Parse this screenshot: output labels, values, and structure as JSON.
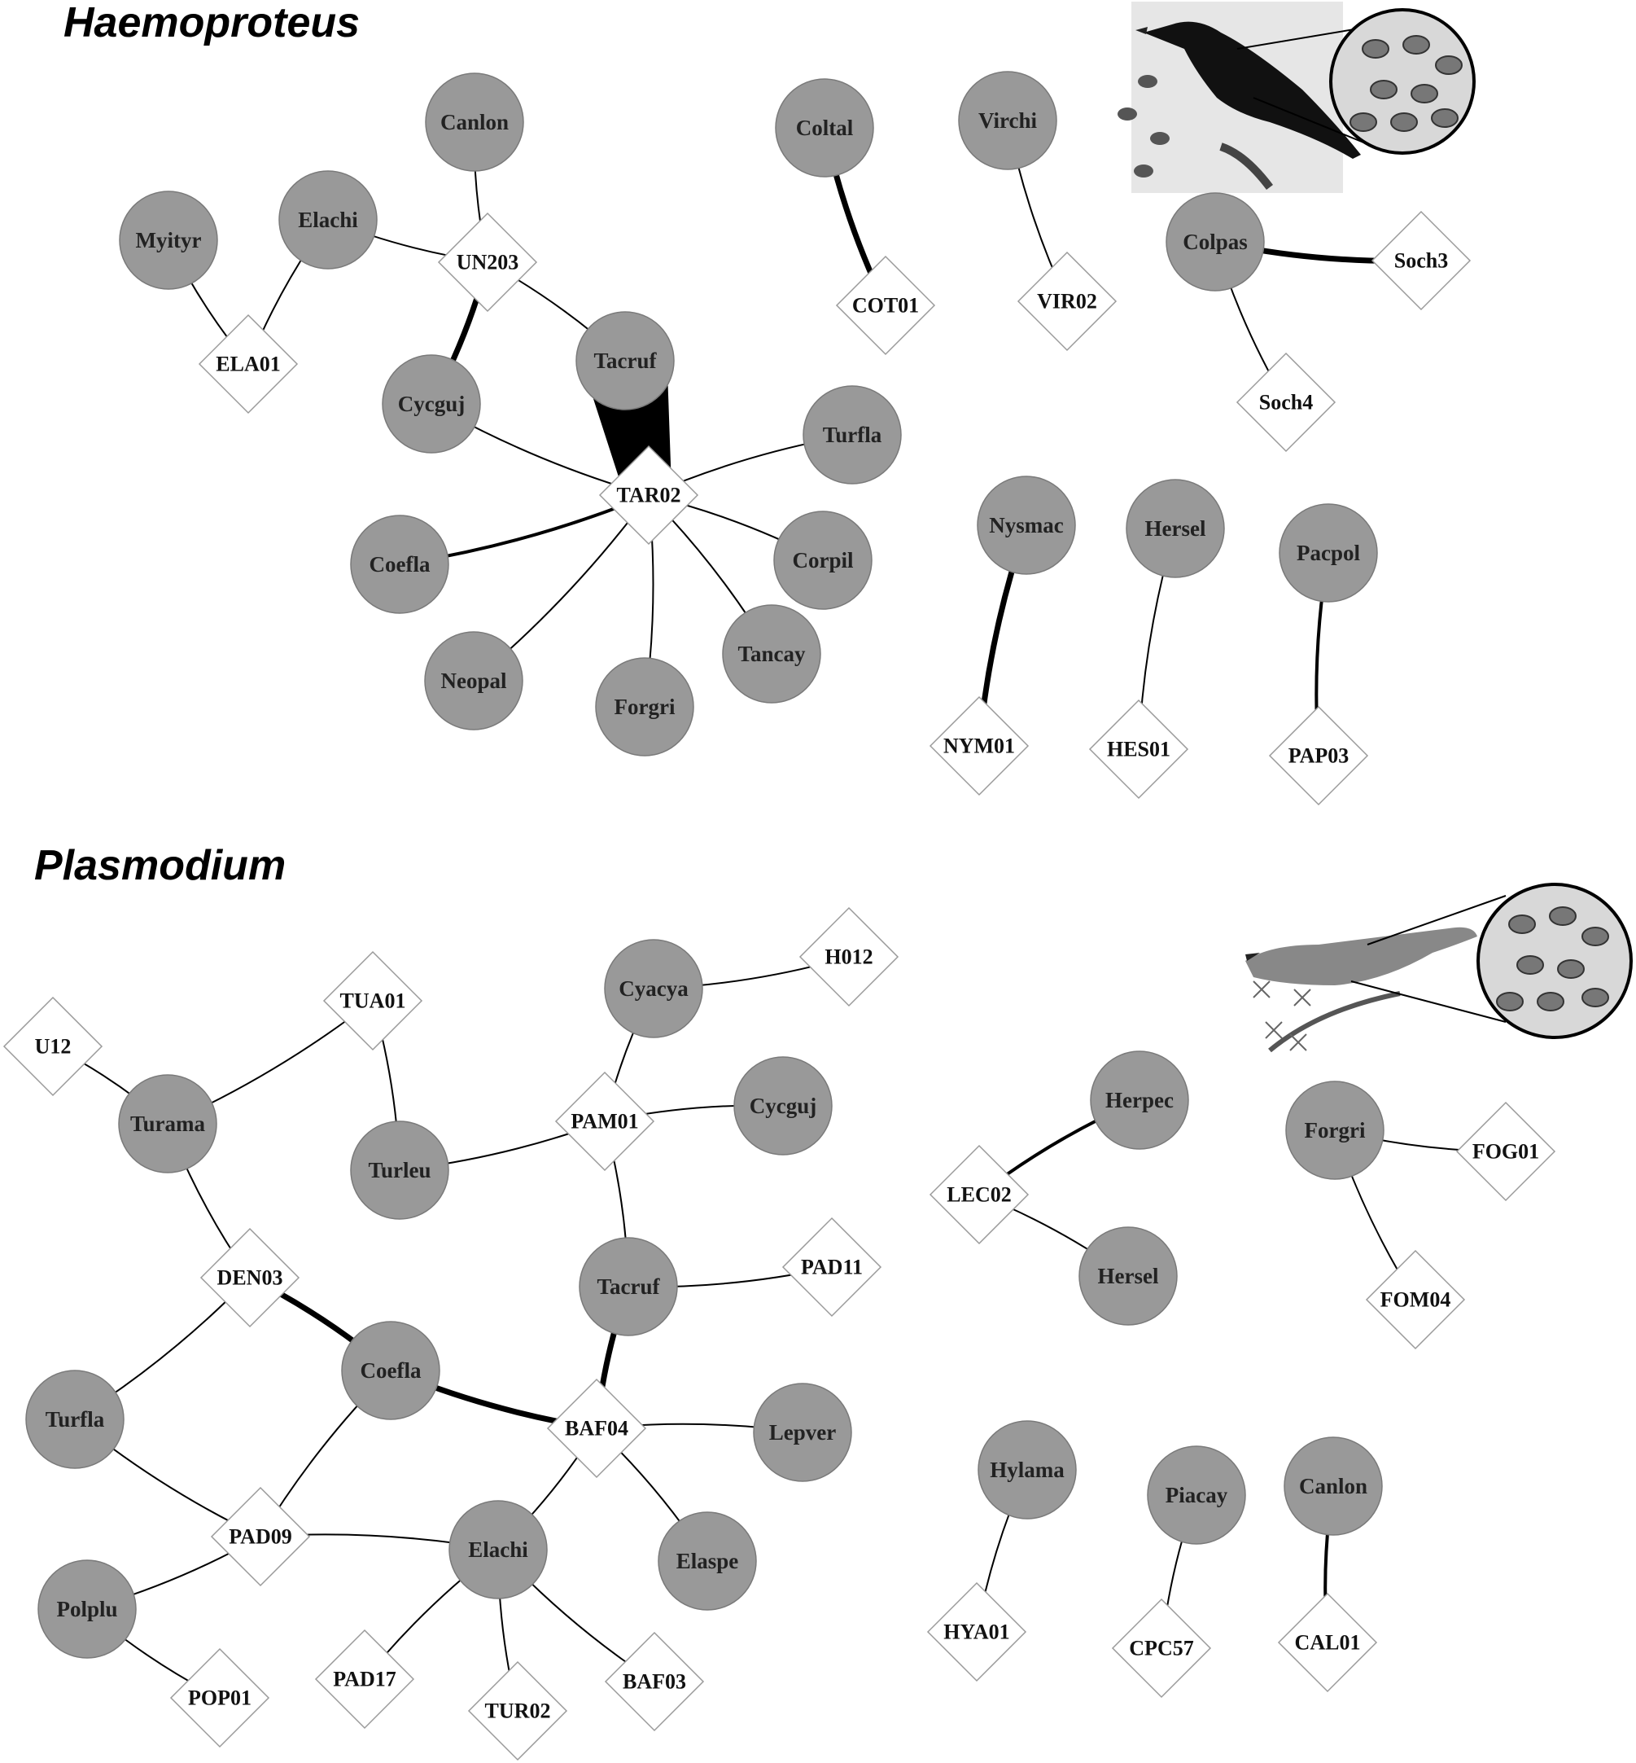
{
  "sections": [
    {
      "title": "Haemoproteus",
      "hosts": [
        "Canlon",
        "Myityr",
        "Elachi",
        "Cycguj",
        "Tacruf",
        "Turfla",
        "Coefla",
        "Corpil",
        "Tancay",
        "Neopal",
        "Forgri",
        "Coltal",
        "Virchi",
        "Colpas",
        "Nysmac",
        "Hersel",
        "Pacpol"
      ],
      "lineages": [
        "UN203",
        "ELA01",
        "TAR02",
        "COT01",
        "VIR02",
        "Soch3",
        "Soch4",
        "NYM01",
        "HES01",
        "PAP03"
      ],
      "links": [
        {
          "host": "Canlon",
          "lineage": "UN203",
          "weight": "thin"
        },
        {
          "host": "Elachi",
          "lineage": "UN203",
          "weight": "thin"
        },
        {
          "host": "Cycguj",
          "lineage": "UN203",
          "weight": "thick"
        },
        {
          "host": "Tacruf",
          "lineage": "UN203",
          "weight": "thin"
        },
        {
          "host": "Myityr",
          "lineage": "ELA01",
          "weight": "thin"
        },
        {
          "host": "Elachi",
          "lineage": "ELA01",
          "weight": "thin"
        },
        {
          "host": "Tacruf",
          "lineage": "TAR02",
          "weight": "very-thick"
        },
        {
          "host": "Cycguj",
          "lineage": "TAR02",
          "weight": "thin"
        },
        {
          "host": "Turfla",
          "lineage": "TAR02",
          "weight": "thin"
        },
        {
          "host": "Coefla",
          "lineage": "TAR02",
          "weight": "medium"
        },
        {
          "host": "Corpil",
          "lineage": "TAR02",
          "weight": "thin"
        },
        {
          "host": "Tancay",
          "lineage": "TAR02",
          "weight": "thin"
        },
        {
          "host": "Neopal",
          "lineage": "TAR02",
          "weight": "thin"
        },
        {
          "host": "Forgri",
          "lineage": "TAR02",
          "weight": "thin"
        },
        {
          "host": "Coltal",
          "lineage": "COT01",
          "weight": "thick"
        },
        {
          "host": "Virchi",
          "lineage": "VIR02",
          "weight": "thin"
        },
        {
          "host": "Colpas",
          "lineage": "Soch3",
          "weight": "thick"
        },
        {
          "host": "Colpas",
          "lineage": "Soch4",
          "weight": "thin"
        },
        {
          "host": "Nysmac",
          "lineage": "NYM01",
          "weight": "thick"
        },
        {
          "host": "Hersel",
          "lineage": "HES01",
          "weight": "thin"
        },
        {
          "host": "Pacpol",
          "lineage": "PAP03",
          "weight": "medium"
        }
      ]
    },
    {
      "title": "Plasmodium",
      "hosts": [
        "Cyacya",
        "Turama",
        "Cycguj",
        "Turleu",
        "Tacruf",
        "Coefla",
        "Turfla",
        "Lepver",
        "Elachi",
        "Elaspe",
        "Polplu",
        "Herpec",
        "Hersel",
        "Forgri",
        "Hylama",
        "Piacay",
        "Canlon"
      ],
      "lineages": [
        "H012",
        "U12",
        "TUA01",
        "PAM01",
        "PAD11",
        "DEN03",
        "BAF04",
        "PAD09",
        "POP01",
        "PAD17",
        "TUR02",
        "BAF03",
        "LEC02",
        "FOG01",
        "FOM04",
        "HYA01",
        "CPC57",
        "CAL01"
      ],
      "links": [
        {
          "host": "Cyacya",
          "lineage": "H012",
          "weight": "thin"
        },
        {
          "host": "Cyacya",
          "lineage": "PAM01",
          "weight": "thin"
        },
        {
          "host": "Turama",
          "lineage": "U12",
          "weight": "thin"
        },
        {
          "host": "Turama",
          "lineage": "TUA01",
          "weight": "thin"
        },
        {
          "host": "Turama",
          "lineage": "DEN03",
          "weight": "thin"
        },
        {
          "host": "Turleu",
          "lineage": "TUA01",
          "weight": "thin"
        },
        {
          "host": "Turleu",
          "lineage": "PAM01",
          "weight": "thin"
        },
        {
          "host": "Cycguj",
          "lineage": "PAM01",
          "weight": "thin"
        },
        {
          "host": "Tacruf",
          "lineage": "PAM01",
          "weight": "thin"
        },
        {
          "host": "Tacruf",
          "lineage": "PAD11",
          "weight": "thin"
        },
        {
          "host": "Tacruf",
          "lineage": "BAF04",
          "weight": "thick"
        },
        {
          "host": "Coefla",
          "lineage": "DEN03",
          "weight": "thick"
        },
        {
          "host": "Coefla",
          "lineage": "BAF04",
          "weight": "thick"
        },
        {
          "host": "Coefla",
          "lineage": "PAD09",
          "weight": "thin"
        },
        {
          "host": "Turfla",
          "lineage": "DEN03",
          "weight": "thin"
        },
        {
          "host": "Turfla",
          "lineage": "PAD09",
          "weight": "thin"
        },
        {
          "host": "Lepver",
          "lineage": "BAF04",
          "weight": "thin"
        },
        {
          "host": "Elaspe",
          "lineage": "BAF04",
          "weight": "thin"
        },
        {
          "host": "Elachi",
          "lineage": "BAF04",
          "weight": "thin"
        },
        {
          "host": "Elachi",
          "lineage": "PAD09",
          "weight": "thin"
        },
        {
          "host": "Elachi",
          "lineage": "PAD17",
          "weight": "thin"
        },
        {
          "host": "Elachi",
          "lineage": "TUR02",
          "weight": "thin"
        },
        {
          "host": "Elachi",
          "lineage": "BAF03",
          "weight": "thin"
        },
        {
          "host": "Polplu",
          "lineage": "PAD09",
          "weight": "thin"
        },
        {
          "host": "Polplu",
          "lineage": "POP01",
          "weight": "thin"
        },
        {
          "host": "Herpec",
          "lineage": "LEC02",
          "weight": "medium"
        },
        {
          "host": "Hersel",
          "lineage": "LEC02",
          "weight": "thin"
        },
        {
          "host": "Forgri",
          "lineage": "FOG01",
          "weight": "thin"
        },
        {
          "host": "Forgri",
          "lineage": "FOM04",
          "weight": "thin"
        },
        {
          "host": "Hylama",
          "lineage": "HYA01",
          "weight": "thin"
        },
        {
          "host": "Piacay",
          "lineage": "CPC57",
          "weight": "thin"
        },
        {
          "host": "Canlon",
          "lineage": "CAL01",
          "weight": "medium"
        }
      ]
    }
  ]
}
